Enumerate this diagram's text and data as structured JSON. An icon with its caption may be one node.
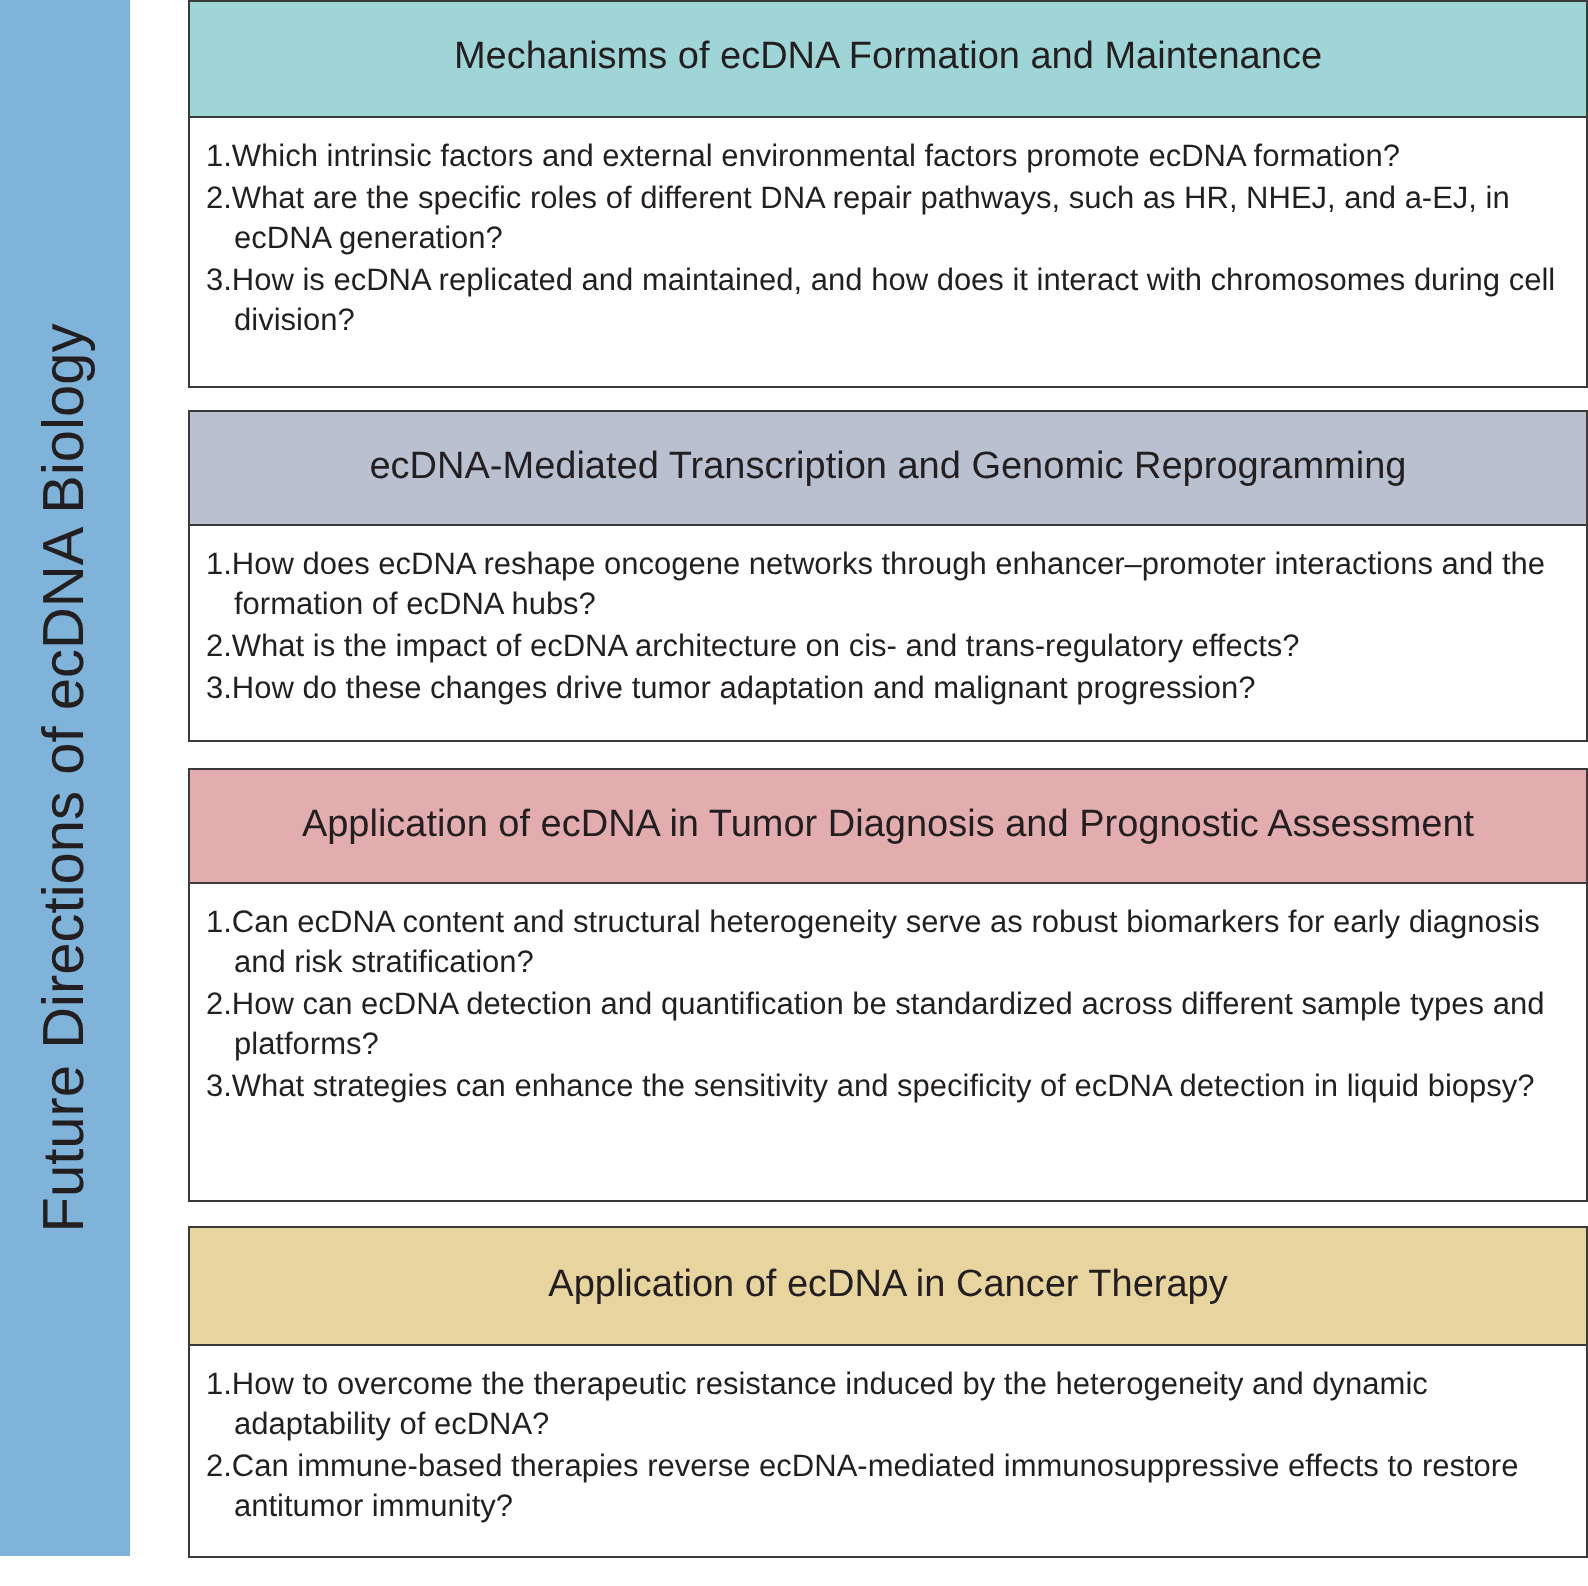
{
  "diagram": {
    "nodes": [
      {
        "text": [
          "Future Directions of ecDNA Biology"
        ]
      },
      {
        "text": [
          "Mechanisms of ecDNA Formation and Maintenance"
        ]
      },
      {
        "text": [
          "1.Which intrinsic factors and external environmental factors promote ecDNA formation?",
          "2.What are the specific roles of different DNA repair pathways, such as HR, NHEJ, and a-EJ, in ecDNA generation?",
          "3.How is ecDNA replicated and maintained, and how does it interact with chromosomes during cell division?"
        ]
      },
      {
        "text": [
          "ecDNA-Mediated Transcription and Genomic Reprogramming"
        ]
      },
      {
        "text": [
          "1.How does ecDNA reshape oncogene networks through enhancer–promoter interactions and the formation of ecDNA hubs?",
          "2.What is the impact of ecDNA architecture on cis- and trans-regulatory effects?",
          "3.How do these changes drive tumor adaptation and malignant progression?"
        ]
      },
      {
        "text": [
          "Application of ecDNA in Tumor Diagnosis and Prognostic Assessment"
        ]
      },
      {
        "text": [
          "1.Can ecDNA content and structural heterogeneity serve as robust biomarkers for early diagnosis and risk stratification?",
          "2.How can ecDNA detection and quantification be standardized across different sample types and platforms?",
          "3.What strategies can enhance the sensitivity and specificity of ecDNA detection in liquid biopsy?"
        ]
      },
      {
        "text": [
          "Application of ecDNA in Cancer Therapy"
        ]
      },
      {
        "text": [
          "1.How to overcome the therapeutic resistance induced by the heterogeneity and dynamic adaptability of ecDNA?",
          "2.Can immune-based therapies reverse ecDNA-mediated immunosuppressive effects to restore antitumor immunity?"
        ]
      }
    ]
  }
}
